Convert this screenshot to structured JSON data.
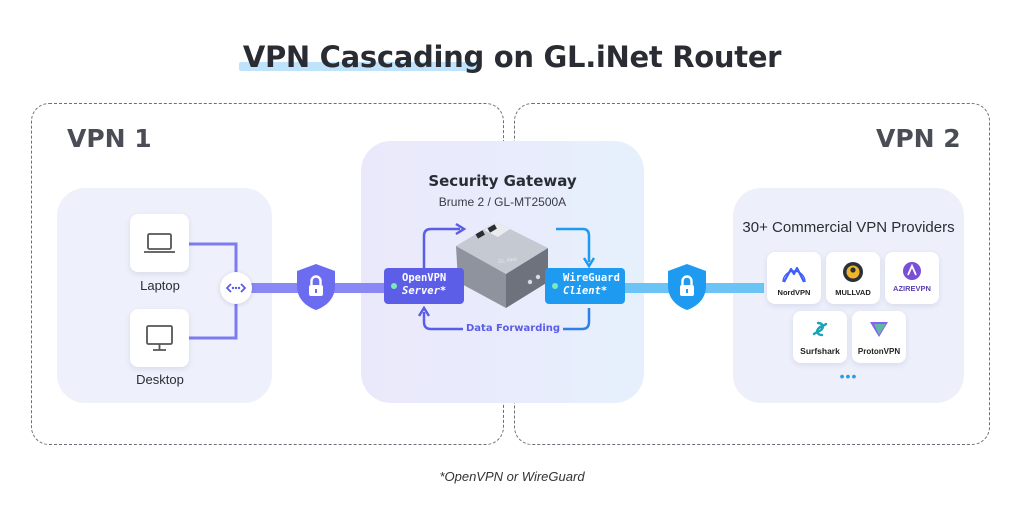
{
  "title": "VPN Cascading on GL.iNet Router",
  "zones": {
    "left_label": "VPN 1",
    "right_label": "VPN 2"
  },
  "devices": [
    {
      "label": "Laptop",
      "icon": "laptop-icon"
    },
    {
      "label": "Desktop",
      "icon": "monitor-icon"
    }
  ],
  "gateway": {
    "title": "Security Gateway",
    "subtitle": "Brume 2 / GL-MT2500A",
    "left_pill": {
      "line1": "OpenVPN",
      "line2": "Server*"
    },
    "right_pill": {
      "line1": "WireGuard",
      "line2": "Client*"
    },
    "forwarding_label": "Data Forwarding",
    "device_brand": "GL·iNet"
  },
  "providers": {
    "title": "30+ Commercial VPN Providers",
    "items": [
      {
        "name": "NordVPN",
        "icon": "nordvpn-logo-icon"
      },
      {
        "name": "MULLVAD",
        "icon": "mullvad-logo-icon"
      },
      {
        "name": "AZIREVPN",
        "icon": "azirevpn-logo-icon"
      },
      {
        "name": "Surfshark",
        "icon": "surfshark-logo-icon"
      },
      {
        "name": "ProtonVPN",
        "icon": "protonvpn-logo-icon"
      }
    ],
    "more": "•••"
  },
  "footnote": "*OpenVPN or WireGuard",
  "colors": {
    "accent_purple": "#6c6cf0",
    "accent_blue": "#1e9bf0",
    "panel_bg": "#eef0fb",
    "dashed_border": "#6b6f77"
  }
}
